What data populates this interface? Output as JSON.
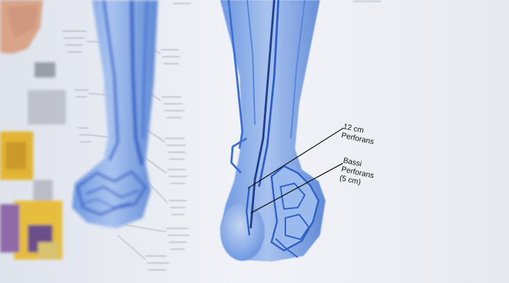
{
  "anatomy_chart": {
    "labels": {
      "perforans_12cm": [
        "12 cm",
        "Perforans"
      ],
      "bassi_perforans": [
        "Bassi",
        "Perforans",
        "(5 cm)"
      ]
    },
    "colors": {
      "vein_blue": "#3f6fd1",
      "leg_blue": "#8fb3ea",
      "paper": "#eef1f7"
    }
  }
}
